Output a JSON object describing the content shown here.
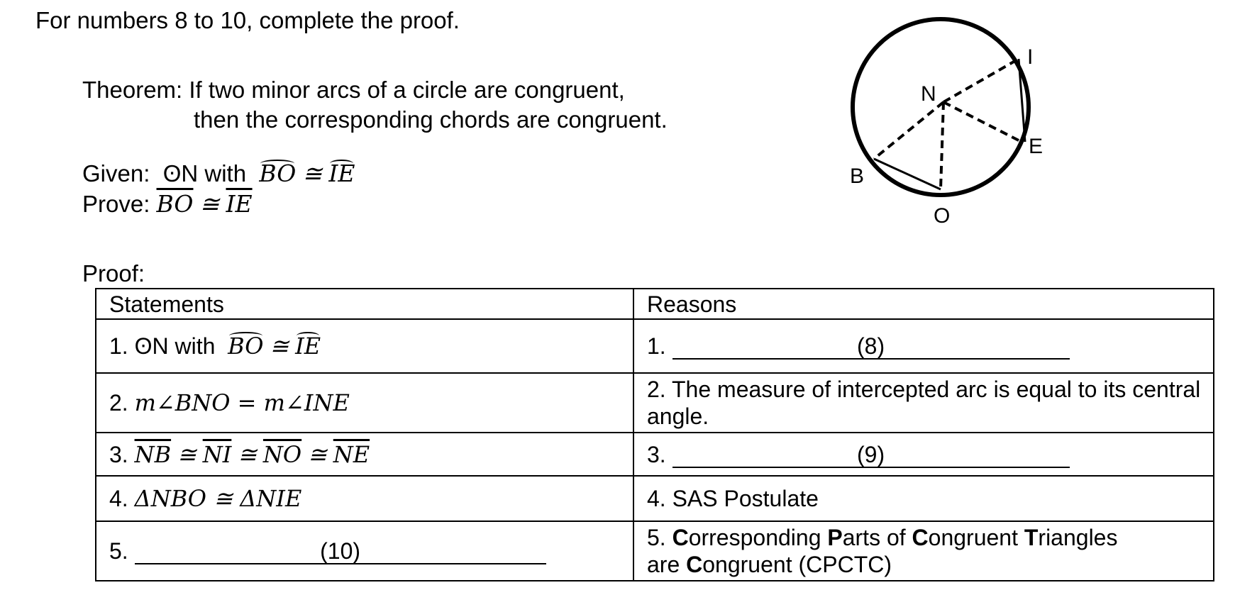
{
  "instruction": "For numbers 8 to 10, complete the proof.",
  "theorem": {
    "label": "Theorem:",
    "line1": "If two minor arcs of a circle are congruent,",
    "line2": "then the corresponding chords are congruent."
  },
  "given": {
    "label": "Given:",
    "circle": "ʘN with",
    "arc1": "BO",
    "rel": "≅",
    "arc2": "IE"
  },
  "prove": {
    "label": "Prove:",
    "seg1": "BO",
    "rel": "≅",
    "seg2": "IE"
  },
  "proof_label": "Proof:",
  "table": {
    "headers": [
      "Statements",
      "Reasons"
    ],
    "rows": [
      {
        "num": "1.",
        "statement": "ʘN with",
        "s_arc1": "BO",
        "s_rel": "≅",
        "s_arc2": "IE",
        "reason": "1.",
        "blank": "(8)"
      },
      {
        "num": "2.",
        "statement": "m∠BNO = m∠INE",
        "reason": "2. The measure of intercepted arc is equal to its central angle."
      },
      {
        "num": "3.",
        "seg1": "NB",
        "seg2": "NI",
        "seg3": "NO",
        "seg4": "NE",
        "rel": "≅",
        "reason": "3.",
        "blank": "(9)"
      },
      {
        "num": "4.",
        "statement": "ΔNBO ≅ ΔNIE",
        "reason": "4. SAS Postulate"
      },
      {
        "num": "5.",
        "blank": "(10)",
        "reason_parts": [
          "5. ",
          "C",
          "orresponding ",
          "P",
          "arts of ",
          "C",
          "ongruent ",
          "T",
          "riangles",
          "are ",
          "C",
          "ongruent (CPCTC)"
        ]
      }
    ]
  },
  "diagram": {
    "labels": {
      "N": "N",
      "I": "I",
      "E": "E",
      "B": "B",
      "O": "O"
    }
  }
}
